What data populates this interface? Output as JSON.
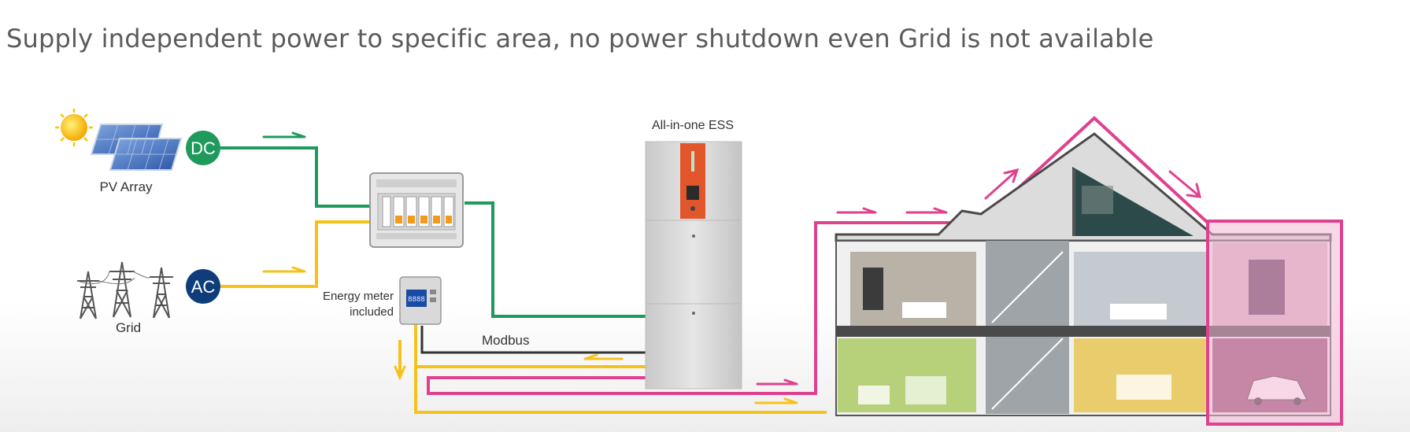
{
  "title": "Supply independent power to specific area, no power shutdown even Grid is not available",
  "labels": {
    "pv_array": "PV Array",
    "dc": "DC",
    "grid": "Grid",
    "ac": "AC",
    "energy_meter_line1": "Energy meter",
    "energy_meter_line2": "included",
    "modbus": "Modbus",
    "ess": "All-in-one ESS",
    "meter_display": "8888"
  },
  "colors": {
    "dc_line": "#1f9a5c",
    "ac_line": "#f5c21b",
    "backup_line": "#e0418f",
    "modbus_line": "#333333",
    "dc_badge": "#1f9a5c",
    "ac_badge": "#0f3d7a",
    "backup_zone": "#f3b6d3"
  },
  "icons": [
    "sun-icon",
    "solar-panel-icon",
    "power-tower-icon",
    "breaker-box-icon",
    "energy-meter-icon",
    "ess-cabinet-icon",
    "house-cutaway-icon",
    "car-icon",
    "arrow-icon"
  ]
}
